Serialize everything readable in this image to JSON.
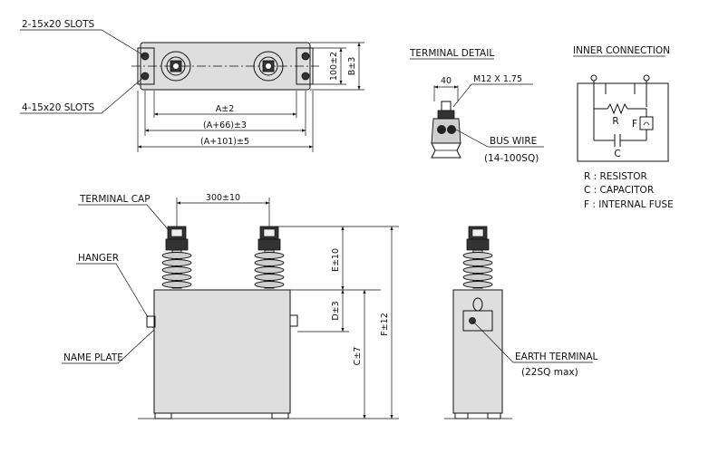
{
  "top_view": {
    "slots_top": "2-15x20 SLOTS",
    "slots_bottom": "4-15x20 SLOTS",
    "dim_a": "A±2",
    "dim_a66": "(A+66)±3",
    "dim_a101": "(A+101)±5",
    "dim_100": "100±2",
    "dim_b": "B±3"
  },
  "terminal_detail": {
    "title": "TERMINAL DETAIL",
    "dim_40": "40",
    "thread": "M12 X 1.75",
    "bus_wire": "BUS WIRE",
    "bus_wire_range": "(14-100SQ)"
  },
  "inner_connection": {
    "title": "INNER CONNECTION",
    "r": "R",
    "f": "F",
    "c": "C",
    "legend": [
      "R : RESISTOR",
      "C : CAPACITOR",
      "F : INTERNAL FUSE"
    ]
  },
  "front_view": {
    "terminal_cap": "TERMINAL CAP",
    "dim_300": "300±10",
    "hanger": "HANGER",
    "name_plate": "NAME PLATE",
    "dim_e": "E±10",
    "dim_d": "D±3",
    "dim_c": "C±7",
    "dim_f": "F±12"
  },
  "side_view": {
    "earth_terminal": "EARTH TERMINAL",
    "earth_terminal_size": "(22SQ max)"
  }
}
